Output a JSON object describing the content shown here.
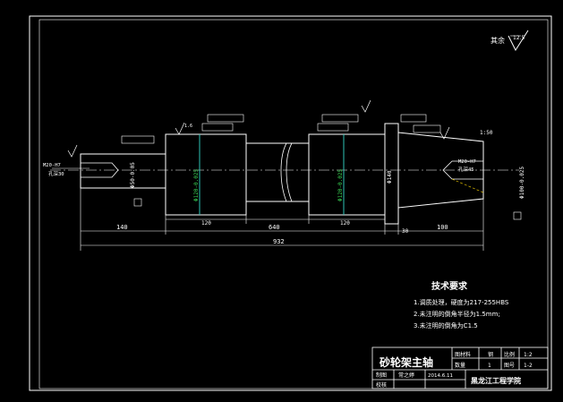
{
  "drawing": {
    "title": "砂轮架主轴",
    "school": "黑龙江工程学院",
    "material_label": "图材料",
    "material_value": "钢",
    "scale_label": "比例",
    "scale_value": "1:2",
    "qty_label": "数量",
    "qty_value": "1",
    "sheet_label": "图号",
    "sheet_value": "1-2",
    "designer_label": "制图",
    "designer_name": "常之婷",
    "date": "2014.6.11",
    "checker_label": "校核",
    "roughness_rest_label": "其余",
    "roughness_rest_value": "12.5"
  },
  "tech_requirements": {
    "heading": "技术要求",
    "items": [
      "1.调质处理，硬度为217-255HBS",
      "2.未注明的倒角半径为1.5mm;",
      "3.未注明的倒角为C1.5"
    ]
  },
  "dimensions": {
    "left_thread": "M20-H7",
    "left_thread_depth": "孔深30",
    "right_thread": "M20-H7",
    "right_thread_depth": "孔深45",
    "overall_length": "932",
    "len_left": "140",
    "len_mid": "640",
    "len_right": "100",
    "len_bearing1": "120",
    "len_bearing2": "120",
    "len_collar": "30",
    "dia_left": "Φ50-0.05",
    "dia_bearing1": "Φ120-0.025",
    "dia_bearing2": "Φ120-0.025",
    "dia_collar": "Φ140",
    "dia_right": "Φ100-0.025",
    "taper": "1:50",
    "roughness": "1.6"
  }
}
